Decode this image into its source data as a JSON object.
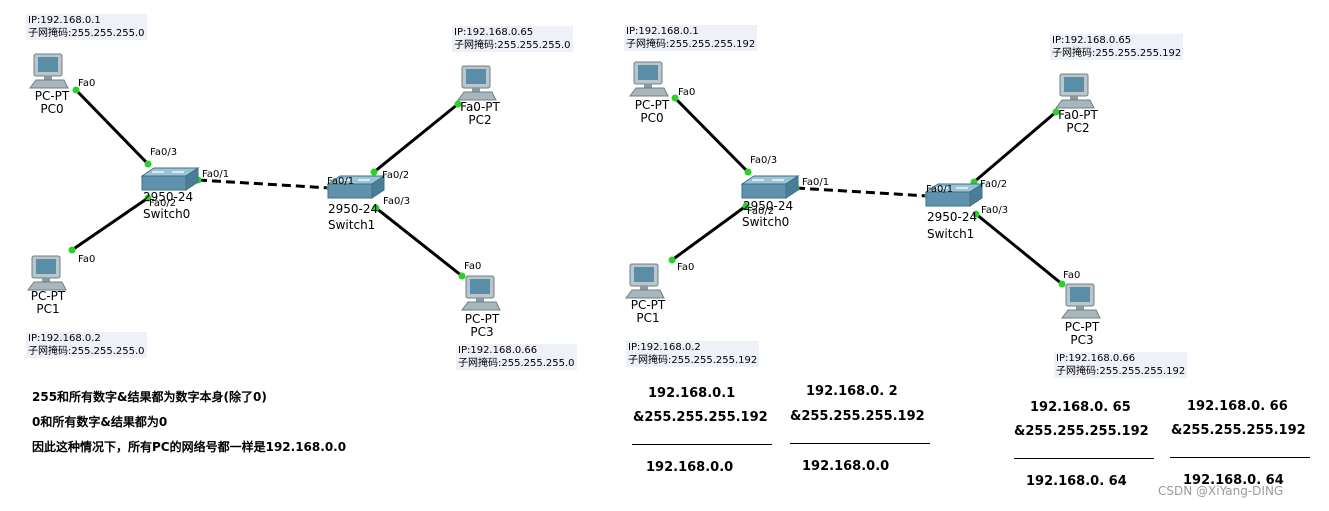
{
  "left_topology": {
    "pc0": {
      "type": "PC-PT",
      "name": "PC0",
      "ip": "IP:192.168.0.1",
      "mask": "子网掩码:255.255.255.0",
      "port": "Fa0"
    },
    "pc1": {
      "type": "PC-PT",
      "name": "PC1",
      "ip": "IP:192.168.0.2",
      "mask": "子网掩码:255.255.255.0",
      "port": "Fa0"
    },
    "pc2": {
      "type": "Fa0-PT",
      "name": "PC2",
      "ip": "IP:192.168.0.65",
      "mask": "子网掩码:255.255.255.0"
    },
    "pc3": {
      "type": "PC-PT",
      "name": "PC3",
      "ip": "IP:192.168.0.66",
      "mask": "子网掩码:255.255.255.0",
      "port": "Fa0"
    },
    "switch0": {
      "model": "2950-24",
      "name": "Switch0",
      "ports": [
        "Fa0/3",
        "Fa0/1",
        "Fa0/2"
      ]
    },
    "switch1": {
      "model": "2950-24",
      "name": "Switch1",
      "ports": [
        "Fa0/1",
        "Fa0/2",
        "Fa0/3"
      ]
    },
    "notes": [
      "255和所有数字&结果都为数字本身(除了0)",
      "0和所有数字&结果都为0",
      "因此这种情况下，所有PC的网络号都一样是192.168.0.0"
    ]
  },
  "right_topology": {
    "pc0": {
      "type": "PC-PT",
      "name": "PC0",
      "ip": "IP:192.168.0.1",
      "mask": "子网掩码:255.255.255.192",
      "port": "Fa0"
    },
    "pc1": {
      "type": "PC-PT",
      "name": "PC1",
      "ip": "IP:192.168.0.2",
      "mask": "子网掩码:255.255.255.192",
      "port": "Fa0"
    },
    "pc2": {
      "type": "Fa0-PT",
      "name": "PC2",
      "ip": "IP:192.168.0.65",
      "mask": "子网掩码:255.255.255.192"
    },
    "pc3": {
      "type": "PC-PT",
      "name": "PC3",
      "ip": "IP:192.168.0.66",
      "mask": "子网掩码:255.255.255.192",
      "port": "Fa0"
    },
    "switch0": {
      "model": "2950-24",
      "name": "Switch0",
      "ports": [
        "Fa0/3",
        "Fa0/1",
        "Fa0/2"
      ]
    },
    "switch1": {
      "model": "2950-24",
      "name": "Switch1",
      "ports": [
        "Fa0/1",
        "Fa0/2",
        "Fa0/3"
      ]
    },
    "calculations": [
      {
        "ip": "192.168.0.1",
        "mask": "&255.255.255.192",
        "result": "192.168.0.0"
      },
      {
        "ip": "192.168.0. 2",
        "mask": "&255.255.255.192",
        "result": "192.168.0.0"
      },
      {
        "ip": "192.168.0. 65",
        "mask": "&255.255.255.192",
        "result": "192.168.0. 64"
      },
      {
        "ip": "192.168.0. 66",
        "mask": "&255.255.255.192",
        "result": "192.168.0.  64"
      }
    ]
  },
  "watermark": "CSDN @XiYang-DING",
  "colors": {
    "link": "#000000",
    "port_dot": "#2bd12b",
    "pc_body": "#b9c6cc",
    "pc_screen": "#5a8ea8",
    "switch_body": "#5f93ad",
    "ip_box": "#eef1f8"
  }
}
